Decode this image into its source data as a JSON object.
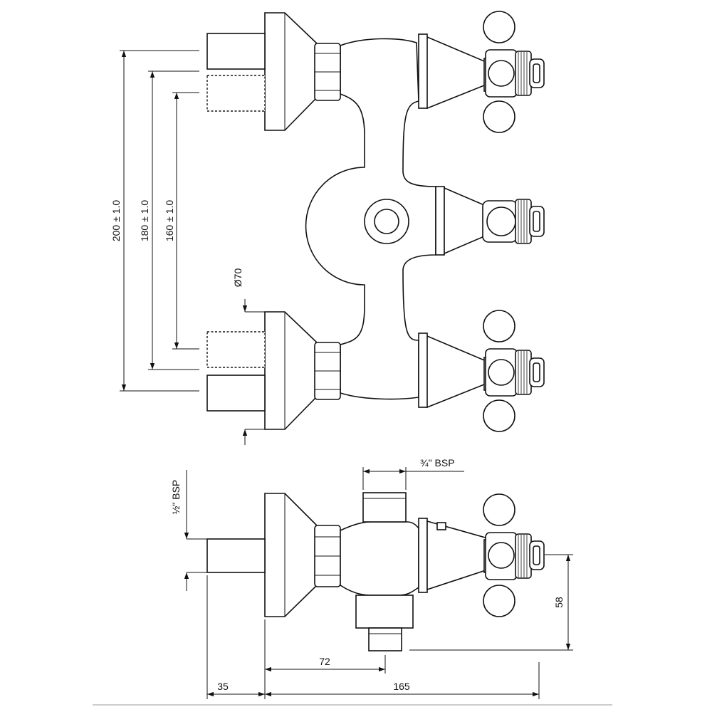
{
  "dimensions": {
    "centers_200": "200 ± 1.0",
    "centers_180": "180 ± 1.0",
    "centers_160": "160 ± 1.0",
    "flange_diameter": "Ø70",
    "outlet_thread": "¾\" BSP",
    "inlet_thread": "½\" BSP",
    "height_58": "58",
    "depth_72": "72",
    "depth_35": "35",
    "depth_165": "165"
  }
}
